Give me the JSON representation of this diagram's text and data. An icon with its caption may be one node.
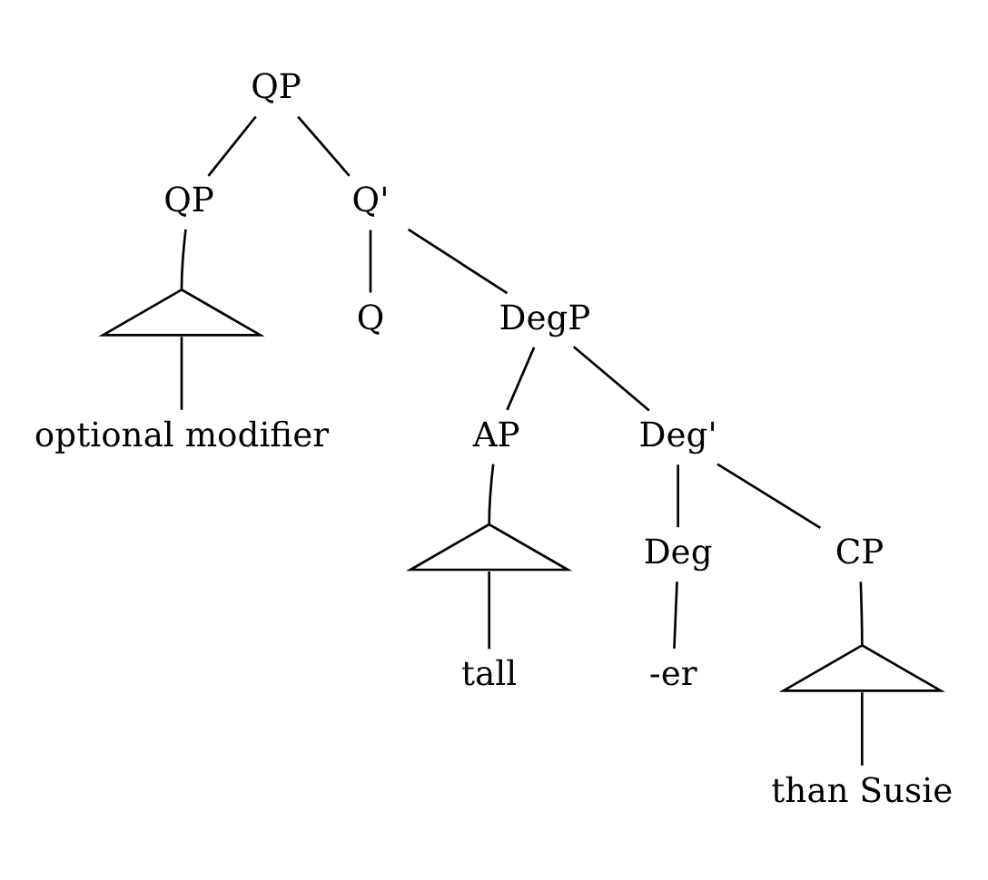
{
  "diagram": {
    "nodes": [
      {
        "text": [
          "QP"
        ]
      },
      {
        "text": [
          "QP"
        ]
      },
      {
        "text": [
          "Q'"
        ]
      },
      {
        "text": [],
        "shape": "triangle"
      },
      {
        "text": [
          "optional modifier"
        ]
      },
      {
        "text": [
          "Q"
        ]
      },
      {
        "text": [
          "DegP"
        ]
      },
      {
        "text": [
          "AP"
        ]
      },
      {
        "text": [
          "Deg'"
        ]
      },
      {
        "text": [],
        "shape": "triangle"
      },
      {
        "text": [
          "tall"
        ]
      },
      {
        "text": [
          "Deg"
        ]
      },
      {
        "text": [
          "CP"
        ]
      },
      {
        "text": [
          "-er"
        ]
      },
      {
        "text": [],
        "shape": "triangle"
      },
      {
        "text": [
          "than Susie"
        ]
      }
    ],
    "edges": [
      {
        "from": 0,
        "to": 1,
        "arrow": "none"
      },
      {
        "from": 0,
        "to": 2,
        "arrow": "none"
      },
      {
        "from": 1,
        "to": 3,
        "arrow": "none"
      },
      {
        "from": 3,
        "to": 4,
        "arrow": "none"
      },
      {
        "from": 2,
        "to": 5,
        "arrow": "none"
      },
      {
        "from": 2,
        "to": 6,
        "arrow": "none"
      },
      {
        "from": 6,
        "to": 7,
        "arrow": "none"
      },
      {
        "from": 6,
        "to": 8,
        "arrow": "none"
      },
      {
        "from": 7,
        "to": 9,
        "arrow": "none"
      },
      {
        "from": 9,
        "to": 10,
        "arrow": "none"
      },
      {
        "from": 8,
        "to": 11,
        "arrow": "none"
      },
      {
        "from": 8,
        "to": 12,
        "arrow": "none"
      },
      {
        "from": 11,
        "to": 13,
        "arrow": "none"
      },
      {
        "from": 12,
        "to": 14,
        "arrow": "none"
      },
      {
        "from": 14,
        "to": 15,
        "arrow": "none"
      }
    ]
  }
}
